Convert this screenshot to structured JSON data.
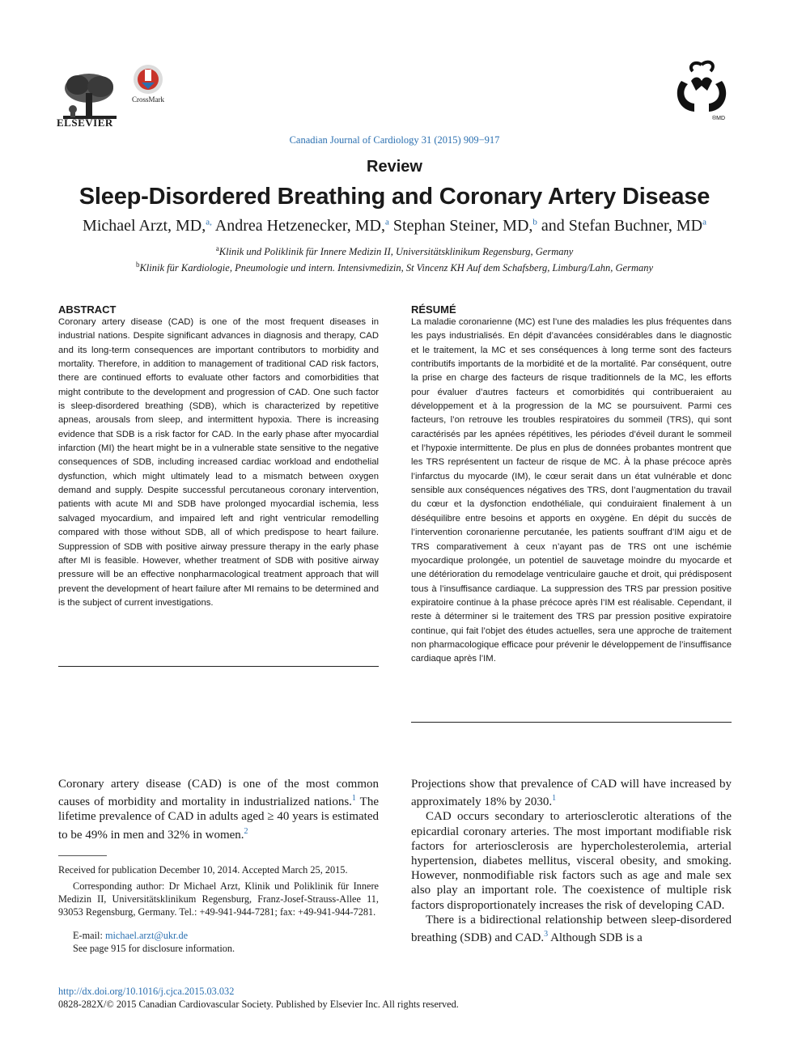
{
  "header": {
    "publisher": "ELSEVIER",
    "crossmark": "CrossMark",
    "citation": "Canadian Journal of Cardiology 31 (2015) 909−917",
    "section": "Review",
    "title": "Sleep-Disordered Breathing and Coronary Artery Disease",
    "journal_logo_mark": "®MD"
  },
  "authors": [
    {
      "name": "Michael Arzt, MD,",
      "sup": "a,"
    },
    {
      "name": "Andrea Hetzenecker, MD,",
      "sup": "a"
    },
    {
      "name": "Stephan Steiner, MD,",
      "sup": "b"
    },
    {
      "name": "and Stefan Buchner, MD",
      "sup": "a"
    }
  ],
  "affiliations": {
    "a": {
      "mark": "a",
      "text": "Klinik und Poliklinik für Innere Medizin II, Universitätsklinikum Regensburg, Germany"
    },
    "b": {
      "mark": "b",
      "text": "Klinik für Kardiologie, Pneumologie und intern. Intensivmedizin, St Vincenz KH Auf dem Schafsberg, Limburg/Lahn, Germany"
    }
  },
  "abstract": {
    "heading": "ABSTRACT",
    "text": "Coronary artery disease (CAD) is one of the most frequent diseases in industrial nations. Despite significant advances in diagnosis and therapy, CAD and its long-term consequences are important contributors to morbidity and mortality. Therefore, in addition to management of traditional CAD risk factors, there are continued efforts to evaluate other factors and comorbidities that might contribute to the development and progression of CAD. One such factor is sleep-disordered breathing (SDB), which is characterized by repetitive apneas, arousals from sleep, and intermittent hypoxia. There is increasing evidence that SDB is a risk factor for CAD. In the early phase after myocardial infarction (MI) the heart might be in a vulnerable state sensitive to the negative consequences of SDB, including increased cardiac workload and endothelial dysfunction, which might ultimately lead to a mismatch between oxygen demand and supply. Despite successful percutaneous coronary intervention, patients with acute MI and SDB have prolonged myocardial ischemia, less salvaged myocardium, and impaired left and right ventricular remodelling compared with those without SDB, all of which predispose to heart failure. Suppression of SDB with positive airway pressure therapy in the early phase after MI is feasible. However, whether treatment of SDB with positive airway pressure will be an effective nonpharmacological treatment approach that will prevent the development of heart failure after MI remains to be determined and is the subject of current investigations."
  },
  "resume": {
    "heading": "RÉSUMÉ",
    "text": "La maladie coronarienne (MC) est l’une des maladies les plus fréquentes dans les pays industrialisés. En dépit d’avancées considérables dans le diagnostic et le traitement, la MC et ses conséquences à long terme sont des facteurs contributifs importants de la morbidité et de la mortalité. Par conséquent, outre la prise en charge des facteurs de risque traditionnels de la MC, les efforts pour évaluer d’autres facteurs et comorbidités qui contribueraient au développement et à la progression de la MC se poursuivent. Parmi ces facteurs, l’on retrouve les troubles respiratoires du sommeil (TRS), qui sont caractérisés par les apnées répétitives, les périodes d’éveil durant le sommeil et l’hypoxie intermittente. De plus en plus de données probantes montrent que les TRS représentent un facteur de risque de MC. À la phase précoce après l’infarctus du myocarde (IM), le cœur serait dans un état vulnérable et donc sensible aux conséquences négatives des TRS, dont l’augmentation du travail du cœur et la dysfonction endothéliale, qui conduiraient finalement à un déséquilibre entre besoins et apports en oxygène. En dépit du succès de l’intervention coronarienne percutanée, les patients souffrant d’IM aigu et de TRS comparativement à ceux n’ayant pas de TRS ont une ischémie myocardique prolongée, un potentiel de sauvetage moindre du myocarde et une détérioration du remodelage ventriculaire gauche et droit, qui prédisposent tous à l’insuffisance cardiaque. La suppression des TRS par pression positive expiratoire continue à la phase précoce après l’IM est réalisable. Cependant, il reste à déterminer si le traitement des TRS par pression positive expiratoire continue, qui fait l’objet des études actuelles, sera une approche de traitement non pharmacologique efficace pour prévenir le développement de l’insuffisance cardiaque après l’IM."
  },
  "body": {
    "left_p1": {
      "a": "Coronary artery disease (CAD) is one of the most common causes of morbidity and mortality in industrialized nations.",
      "ref1": "1",
      "b": " The lifetime prevalence of CAD in adults aged ≥ 40 years is estimated to be 49% in men and 32% in women.",
      "ref2": "2"
    },
    "right_p1": {
      "a": "Projections show that prevalence of CAD will have increased by approximately 18% by 2030.",
      "ref": "1"
    },
    "right_p2": "CAD occurs secondary to arteriosclerotic alterations of the epicardial coronary arteries. The most important modifiable risk factors for arteriosclerosis are hypercholesterolemia, arterial hypertension, diabetes mellitus, visceral obesity, and smoking. However, nonmodifiable risk factors such as age and male sex also play an important role. The coexistence of multiple risk factors disproportionately increases the risk of developing CAD.",
    "right_p3": {
      "a": "There is a bidirectional relationship between sleep-disordered breathing (SDB) and CAD.",
      "ref": "3",
      "b": " Although SDB is a"
    }
  },
  "footnotes": {
    "received": "Received for publication December 10, 2014. Accepted March 25, 2015.",
    "corresponding": "Corresponding author: Dr Michael Arzt, Klinik und Poliklinik für Innere Medizin II, Universitätsklinikum Regensburg, Franz-Josef-Strauss-Allee 11, 93053 Regensburg, Germany. Tel.: +49-941-944-7281; fax: +49-941-944-7281.",
    "email_label": "E-mail: ",
    "email": "michael.arzt@ukr.de",
    "disclosure": "See page 915 for disclosure information."
  },
  "footer": {
    "doi": "http://dx.doi.org/10.1016/j.cjca.2015.03.032",
    "copyright": "0828-282X/© 2015 Canadian Cardiovascular Society. Published by Elsevier Inc. All rights reserved."
  },
  "colors": {
    "link": "#2a6fb0",
    "text": "#1a1a1a",
    "crossmark_red": "#c8332a"
  }
}
